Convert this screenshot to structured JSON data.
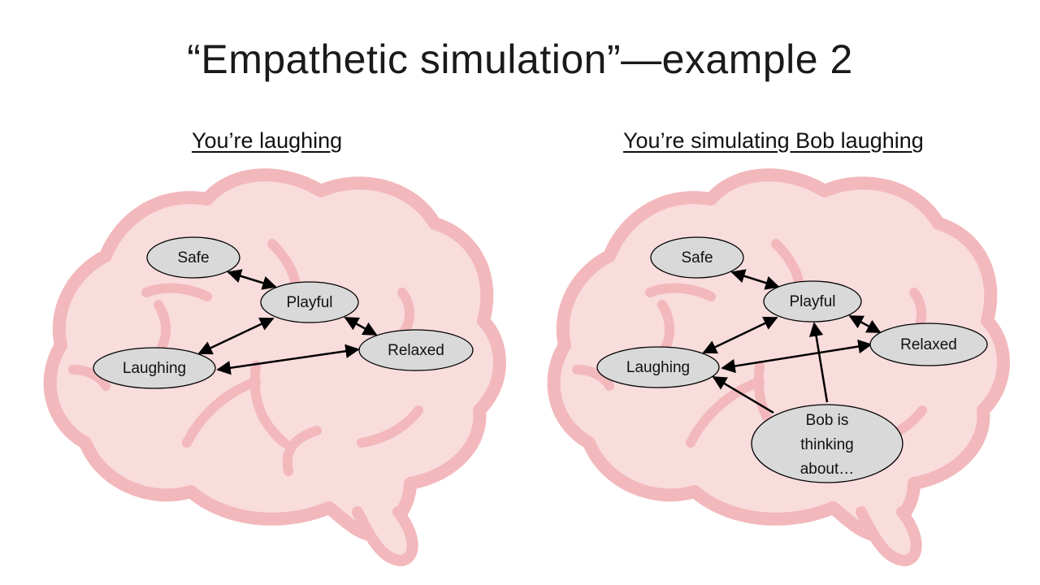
{
  "slide": {
    "title": "“Empathetic simulation”—example 2"
  },
  "panels": [
    {
      "heading": "You’re laughing",
      "nodes": {
        "safe": "Safe",
        "playful": "Playful",
        "relaxed": "Relaxed",
        "laughing": "Laughing"
      }
    },
    {
      "heading": "You’re simulating Bob laughing",
      "nodes": {
        "safe": "Safe",
        "playful": "Playful",
        "relaxed": "Relaxed",
        "laughing": "Laughing",
        "bob": [
          "Bob is",
          "thinking",
          "about…"
        ]
      }
    }
  ],
  "colors": {
    "brain_fill": "#f9dcdc",
    "brain_outline": "#f2b8bc",
    "node_fill": "#d9d9d9",
    "node_stroke": "#000000",
    "arrow": "#000000"
  }
}
